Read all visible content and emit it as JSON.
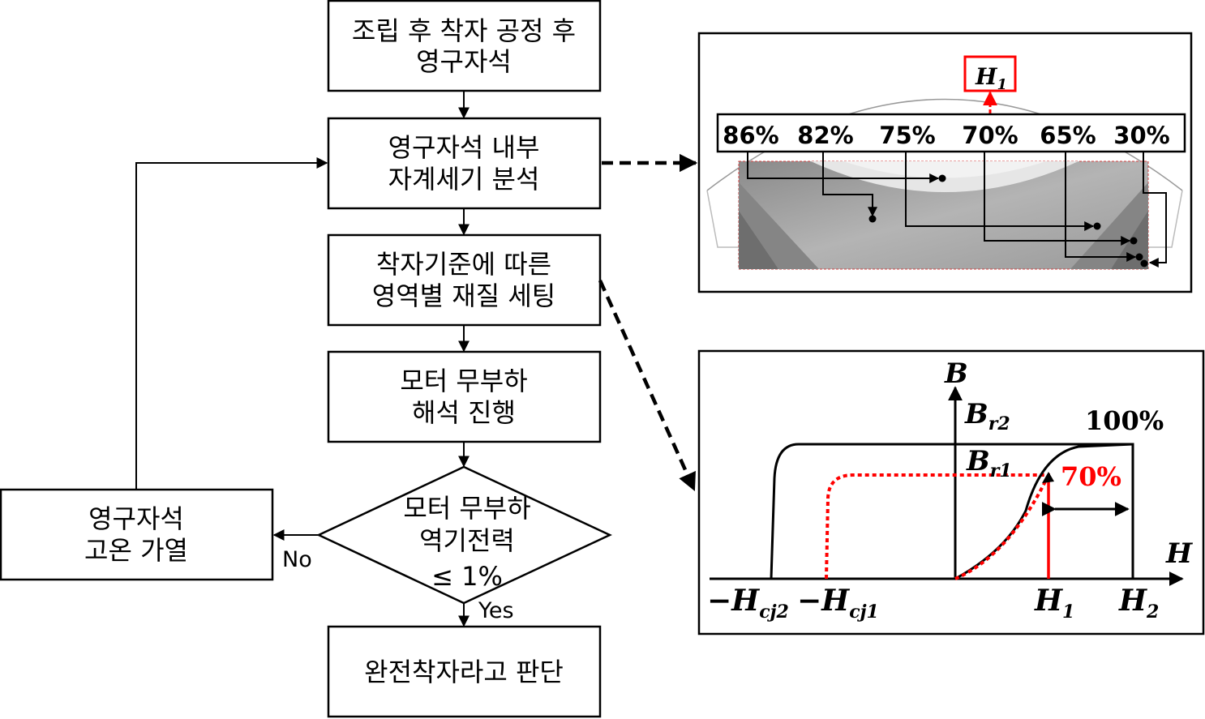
{
  "flow": {
    "step1": [
      "조립 후 착자 공정 후",
      "영구자석"
    ],
    "step2": [
      "영구자석 내부",
      "자계세기 분석"
    ],
    "step3": [
      "착자기준에 따른",
      "영역별 재질 세팅"
    ],
    "step4": [
      "모터 무부하",
      "해석 진행"
    ],
    "decision": [
      "모터 무부하",
      "역기전력",
      "≤ 1%"
    ],
    "heat": [
      "영구자석",
      "고온 가열"
    ],
    "final": [
      "완전착자라고 판단"
    ],
    "no_label": "No",
    "yes_label": "Yes"
  },
  "magnet_panel": {
    "h1_label": "H",
    "h1_sub": "1",
    "percents": [
      "86%",
      "82%",
      "75%",
      "70%",
      "65%",
      "30%"
    ]
  },
  "bh_chart": {
    "b_axis": "B",
    "h_axis": "H",
    "br2": "B",
    "br2_sub": "r2",
    "br1": "B",
    "br1_sub": "r1",
    "pct_100": "100%",
    "pct_70": "70%",
    "hcj2": "−H",
    "hcj2_sub": "cj2",
    "hcj1": "−H",
    "hcj1_sub": "cj1",
    "h1": "H",
    "h1_sub": "1",
    "h2": "H",
    "h2_sub": "2",
    "colors": {
      "highlight": "#ff0000",
      "axis": "#000000"
    }
  }
}
